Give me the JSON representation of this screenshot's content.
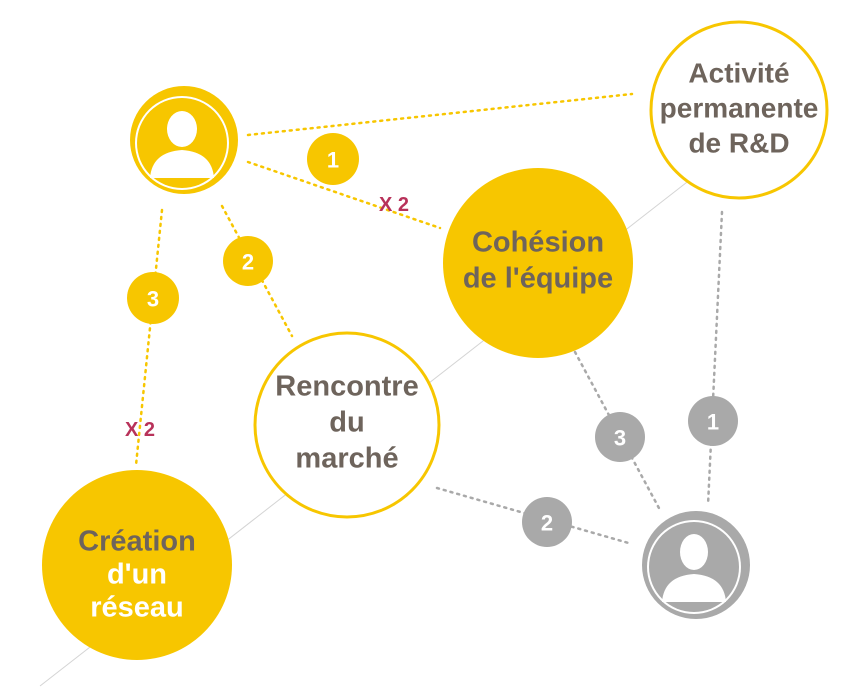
{
  "colors": {
    "yellow": "#F7C600",
    "gray": "#A9A9A9",
    "text_dark": "#6E645C",
    "multiplier": "#B8325A",
    "guide_line": "#D4D4D4"
  },
  "nodes": {
    "activite": [
      "Activité",
      "permanente",
      "de R&D"
    ],
    "cohesion": [
      "Cohésion",
      "de l'équipe"
    ],
    "rencontre": [
      "Rencontre",
      "du",
      "marché"
    ],
    "creation": [
      "Création",
      "d'un",
      "réseau"
    ]
  },
  "badges": {
    "yellow_1": "1",
    "yellow_2": "2",
    "yellow_3": "3",
    "gray_1": "1",
    "gray_2": "2",
    "gray_3": "3"
  },
  "multipliers": {
    "top": "X 2",
    "left": "X 2"
  },
  "icons": {
    "yellow_person": "person-female-icon",
    "gray_person": "person-male-icon"
  }
}
